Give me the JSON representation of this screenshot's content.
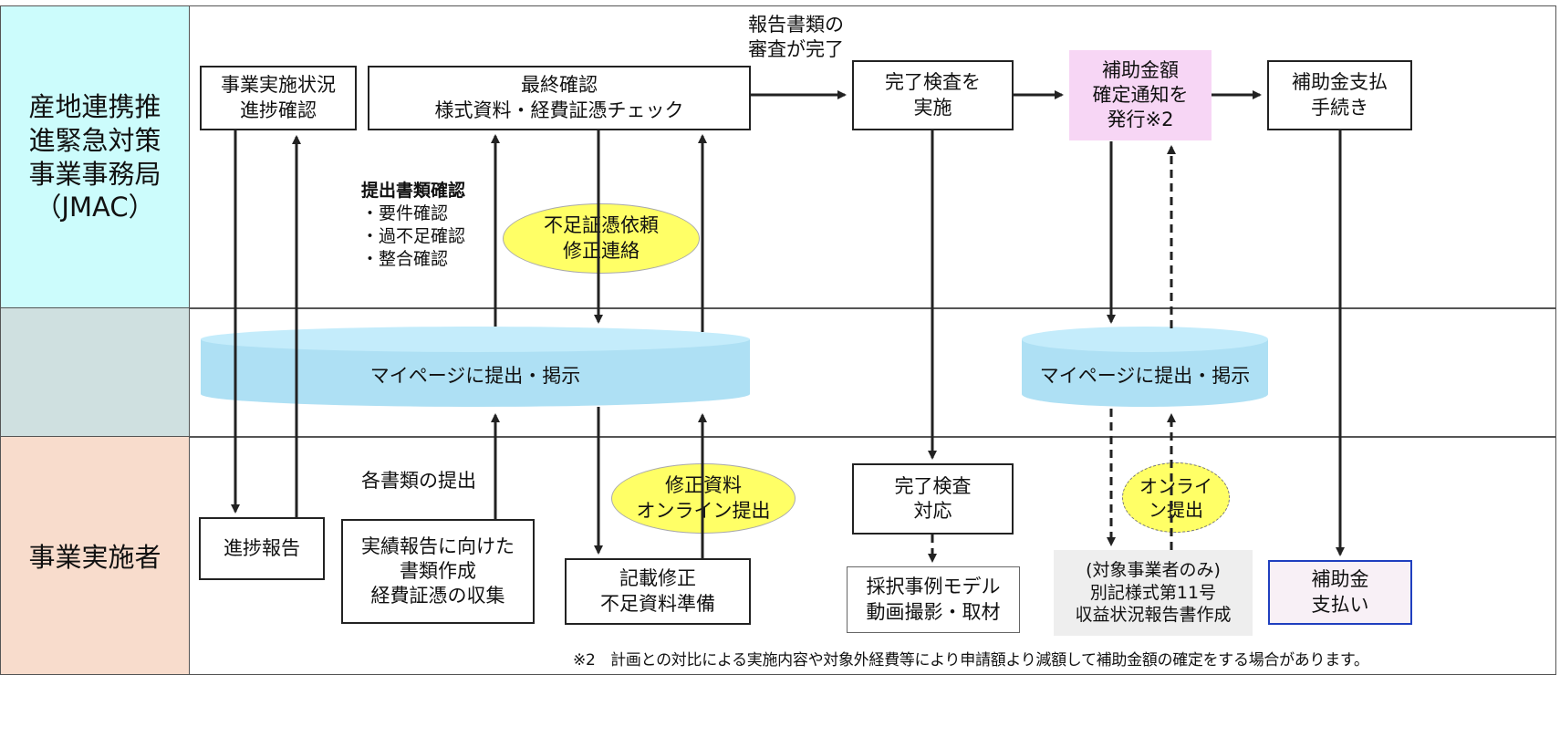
{
  "lanes": {
    "top_label": [
      "産地連携推",
      "進緊急対策",
      "事業事務局",
      "（JMAC）"
    ],
    "middle_label": "",
    "bottom_label": "事業実施者"
  },
  "boxes": {
    "progress_check": [
      "事業実施状況",
      "進捗確認"
    ],
    "final_check": [
      "最終確認",
      "様式資料・経費証憑チェック"
    ],
    "completion_inspection": [
      "完了検査を",
      "実施"
    ],
    "subsidy_notice": [
      "補助金額",
      "確定通知を",
      "発行※2"
    ],
    "payment_procedure": [
      "補助金支払",
      "手続き"
    ],
    "progress_report": [
      "進捗報告"
    ],
    "document_prep": [
      "実績報告に向けた",
      "書類作成",
      "経費証憑の収集"
    ],
    "revision_prep": [
      "記載修正",
      "不足資料準備"
    ],
    "inspection_response": [
      "完了検査",
      "対応"
    ],
    "case_model": [
      "採択事例モデル",
      "動画撮影・取材"
    ],
    "income_report": [
      "(対象事業者のみ)",
      "別記様式第11号",
      "収益状況報告書作成"
    ],
    "subsidy_payment": [
      "補助金",
      "支払い"
    ]
  },
  "cylinders": {
    "left": "マイページに提出・掲示",
    "right": "マイページに提出・掲示"
  },
  "ellipses": {
    "shortage_request": [
      "不足証憑依頼",
      "修正連絡"
    ],
    "revision_online": [
      "修正資料",
      "オンライン提出"
    ],
    "online_submit": [
      "オンライ",
      "ン提出"
    ]
  },
  "labels": {
    "review_complete": [
      "報告書類の",
      "審査が完了"
    ],
    "submission_check_title": "提出書類確認",
    "submission_check_items": [
      "・要件確認",
      "・過不足確認",
      "・整合確認"
    ],
    "submit_documents": "各書類の提出"
  },
  "footnote": "※2　計画との対比による実施内容や対象外経費等により申請額より減額して補助金額の確定をする場合があります。",
  "colors": {
    "top_lane": "#ccfcfc",
    "middle_lane": "#cfe0e0",
    "bottom_lane": "#f8dccc",
    "cylinder": "#aee0f4",
    "ellipse": "#ffff66",
    "pink_box": "#f7d6f5",
    "gray_box": "#eeeeee",
    "payment_box_bg": "#f8f0f6",
    "payment_box_border": "#1f3fbf"
  }
}
